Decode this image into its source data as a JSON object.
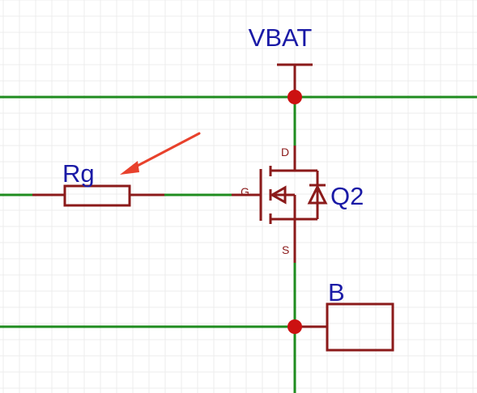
{
  "labels": {
    "power_net": "VBAT",
    "resistor": "Rg",
    "transistor": "Q2",
    "pin_drain": "D",
    "pin_gate": "G",
    "pin_source": "S",
    "port": "B"
  },
  "colors": {
    "wire": "#1f8c1f",
    "component": "#8b1a1a",
    "junction": "#cc1111",
    "label_blue": "#1a1aa6",
    "arrow": "#e8412c",
    "grid": "#ececec"
  },
  "icons": {
    "annotation_arrow": "arrow-icon"
  }
}
